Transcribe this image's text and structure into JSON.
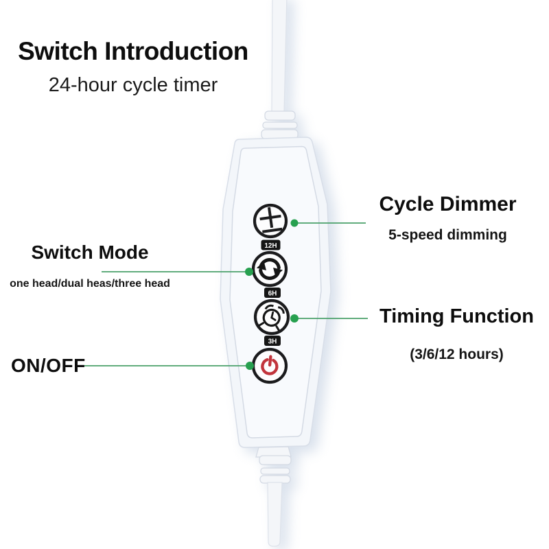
{
  "header": {
    "title": "Switch Introduction",
    "subtitle": "24-hour cycle timer"
  },
  "callouts": {
    "cycle_dimmer": {
      "title": "Cycle Dimmer",
      "subtitle": "5-speed dimming"
    },
    "switch_mode": {
      "title": "Switch Mode",
      "subtitle": "one head/dual heas/three head"
    },
    "timing_function": {
      "title": "Timing Function",
      "subtitle": "(3/6/12 hours)"
    },
    "on_off": {
      "title": "ON/OFF"
    }
  },
  "device": {
    "type": "inline cable remote controller",
    "timer_badges": [
      "12H",
      "6H",
      "3H"
    ],
    "buttons": [
      {
        "label": "dimmer",
        "icon": "plus-minus-icon"
      },
      {
        "label": "mode",
        "icon": "cycle-arrows-icon"
      },
      {
        "label": "timer",
        "icon": "alarm-clock-icon"
      },
      {
        "label": "power",
        "icon": "power-icon"
      }
    ]
  },
  "colors": {
    "connector_line": "#4aa06a",
    "connector_dot": "#27a04f",
    "power_red": "#c1343c",
    "badge_bg": "#151515",
    "button_ring": "#1b1b1d",
    "icon_black": "#161616",
    "device_body": "#f3f6fa",
    "device_panel": "#f8fafd",
    "device_edge": "#d8dee8",
    "cable_fill": "#f4f6f9",
    "cable_edge": "#dde2ea"
  }
}
